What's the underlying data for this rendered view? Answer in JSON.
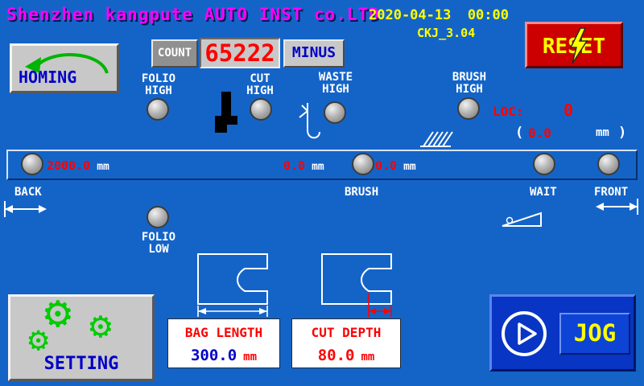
{
  "header": {
    "company": "Shenzhen kangpute AUTO INST co.LTD",
    "datetime": "2020-04-13  00:00",
    "version": "CKJ_3.04"
  },
  "buttons": {
    "reset": "RESET",
    "homing": "HOMING",
    "minus": "MINUS",
    "setting": "SETTING",
    "jog": "JOG"
  },
  "counter": {
    "label": "COUNT",
    "value": "65222"
  },
  "indicators": {
    "folio_high": {
      "line1": "FOLIO",
      "line2": "HIGH"
    },
    "cut_high": {
      "line1": "CUT",
      "line2": "HIGH"
    },
    "waste_high": {
      "line1": "WASTE",
      "line2": "HIGH"
    },
    "brush_high": {
      "line1": "BRUSH",
      "line2": "HIGH"
    },
    "folio_low": {
      "line1": "FOLIO",
      "line2": "LOW"
    }
  },
  "loc": {
    "label": "LOC:",
    "value": "0",
    "open": "(",
    "mm_value": "0.0",
    "mm_unit": "mm",
    "close": ")"
  },
  "track": {
    "back_value": "2000.0",
    "back_unit": "mm",
    "brush_value": "0.0",
    "brush_unit": "mm",
    "wait_value": "0.0",
    "wait_unit": "mm",
    "labels": {
      "back": "BACK",
      "brush": "BRUSH",
      "wait": "WAIT",
      "front": "FRONT"
    }
  },
  "params": {
    "bag_length": {
      "title": "BAG LENGTH",
      "value": "300.0",
      "unit": "mm"
    },
    "cut_depth": {
      "title": "CUT DEPTH",
      "value": "80.0",
      "unit": "mm"
    }
  },
  "icons": {
    "gear_glyph": "⚙"
  },
  "colors": {
    "background": "#1464c8",
    "brand_magenta": "#ff00ff",
    "accent_yellow": "#ffff00",
    "alert_red": "#ff0000",
    "text_blue": "#0000c8",
    "gear_green": "#00cc00"
  }
}
